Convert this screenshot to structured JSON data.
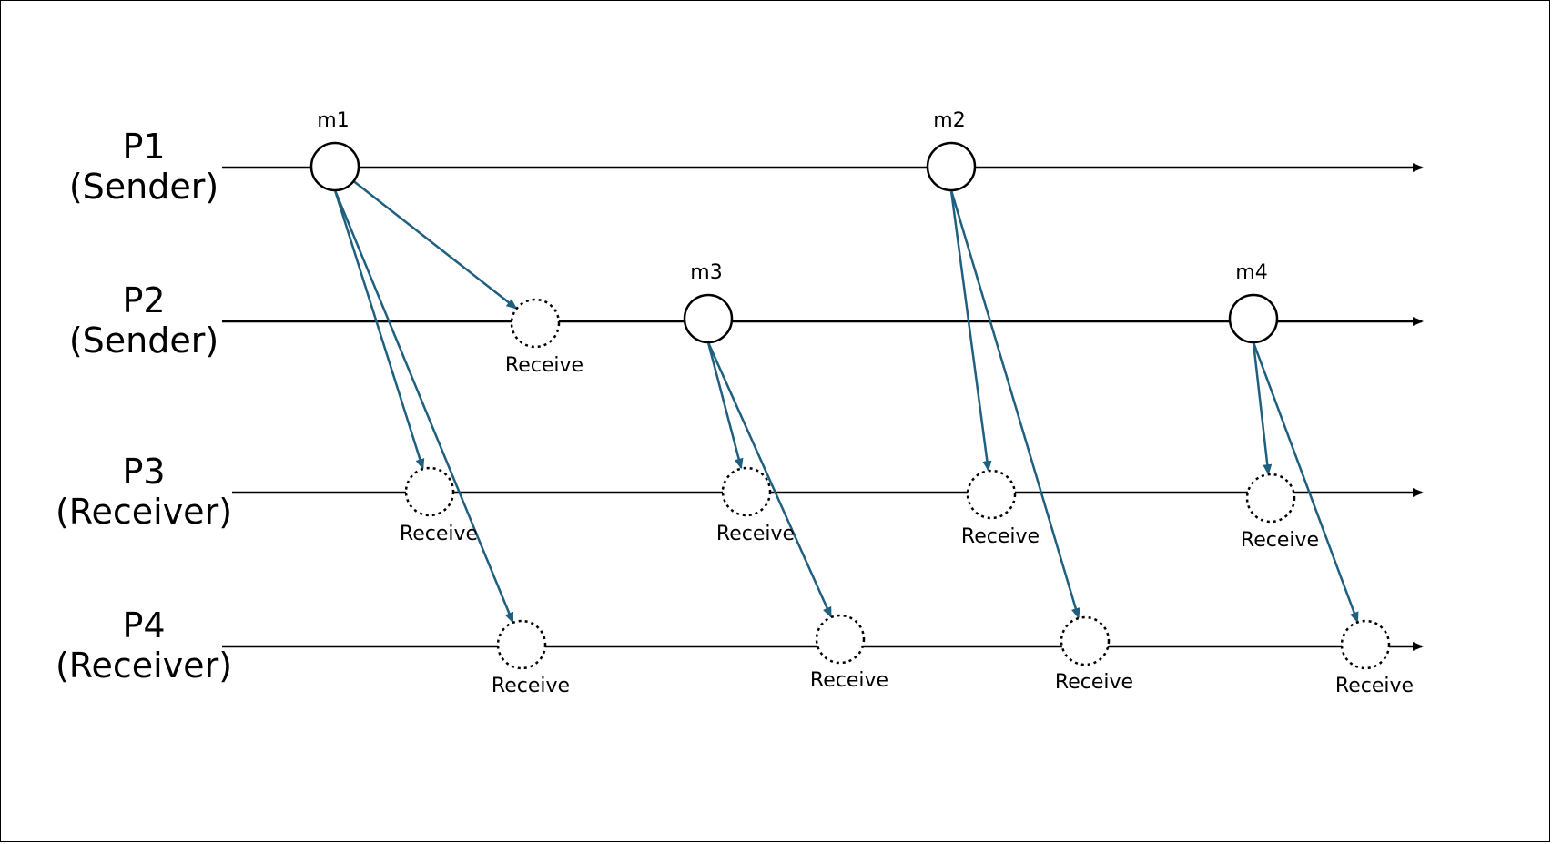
{
  "processes": [
    {
      "id": "P1",
      "name": "P1",
      "role": "(Sender)"
    },
    {
      "id": "P2",
      "name": "P2",
      "role": "(Sender)"
    },
    {
      "id": "P3",
      "name": "P3",
      "role": "(Receiver)"
    },
    {
      "id": "P4",
      "name": "P4",
      "role": "(Receiver)"
    }
  ],
  "messages": [
    {
      "id": "m1",
      "label": "m1",
      "sender": "P1"
    },
    {
      "id": "m2",
      "label": "m2",
      "sender": "P1"
    },
    {
      "id": "m3",
      "label": "m3",
      "sender": "P2"
    },
    {
      "id": "m4",
      "label": "m4",
      "sender": "P2"
    }
  ],
  "receive_label": "Receive",
  "deliveries": [
    {
      "message": "m1",
      "receiver": "P2"
    },
    {
      "message": "m1",
      "receiver": "P3"
    },
    {
      "message": "m1",
      "receiver": "P4"
    },
    {
      "message": "m3",
      "receiver": "P3"
    },
    {
      "message": "m3",
      "receiver": "P4"
    },
    {
      "message": "m2",
      "receiver": "P3"
    },
    {
      "message": "m2",
      "receiver": "P4"
    },
    {
      "message": "m4",
      "receiver": "P3"
    },
    {
      "message": "m4",
      "receiver": "P4"
    }
  ],
  "colors": {
    "timeline": "#000000",
    "arrow": "#1f5f7f",
    "background": "#ffffff"
  }
}
